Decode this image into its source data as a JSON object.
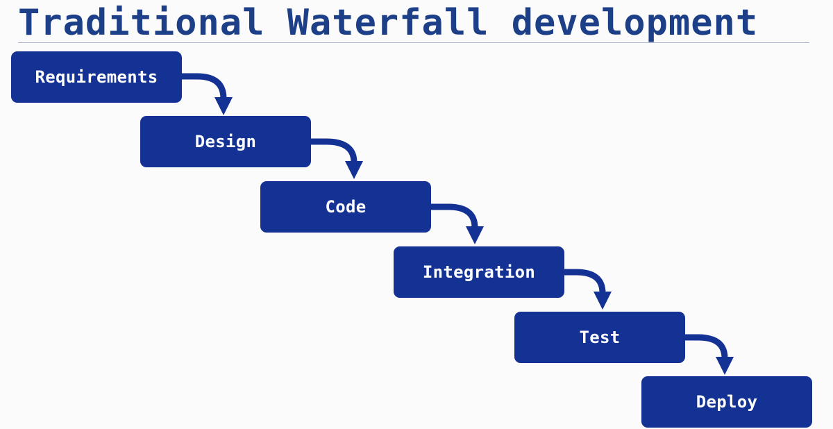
{
  "title": "Traditional Waterfall development",
  "colors": {
    "title": "#1c3f87",
    "step_fill": "#143293",
    "step_text": "#ffffff",
    "arrow": "#143293",
    "background": "#fbfbfb"
  },
  "steps": [
    {
      "label": "Requirements"
    },
    {
      "label": "Design"
    },
    {
      "label": "Code"
    },
    {
      "label": "Integration"
    },
    {
      "label": "Test"
    },
    {
      "label": "Deploy"
    }
  ]
}
